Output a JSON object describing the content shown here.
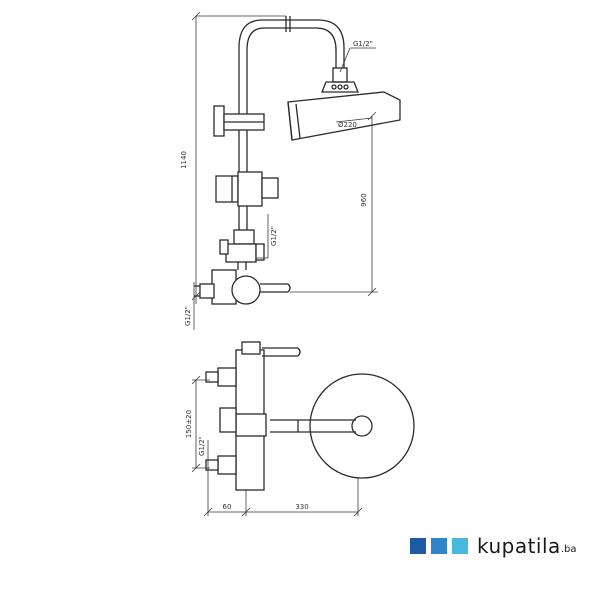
{
  "side_view": {
    "dim_total_height": "1140",
    "dim_height_to_head": "960",
    "thread_top": "G1/2\"",
    "thread_diverter": "G1/2\"",
    "thread_inlet": "G1/2\"",
    "head_diameter": "Ø220"
  },
  "top_view": {
    "dim_spacing": "150±20",
    "thread_inlet": "G1/2\"",
    "dim_offset": "60",
    "dim_reach": "330"
  },
  "logo": {
    "name": "kupatila",
    "suffix": ".ba",
    "colors": [
      "#1e5aa8",
      "#2e86c8",
      "#46b9dc"
    ]
  }
}
